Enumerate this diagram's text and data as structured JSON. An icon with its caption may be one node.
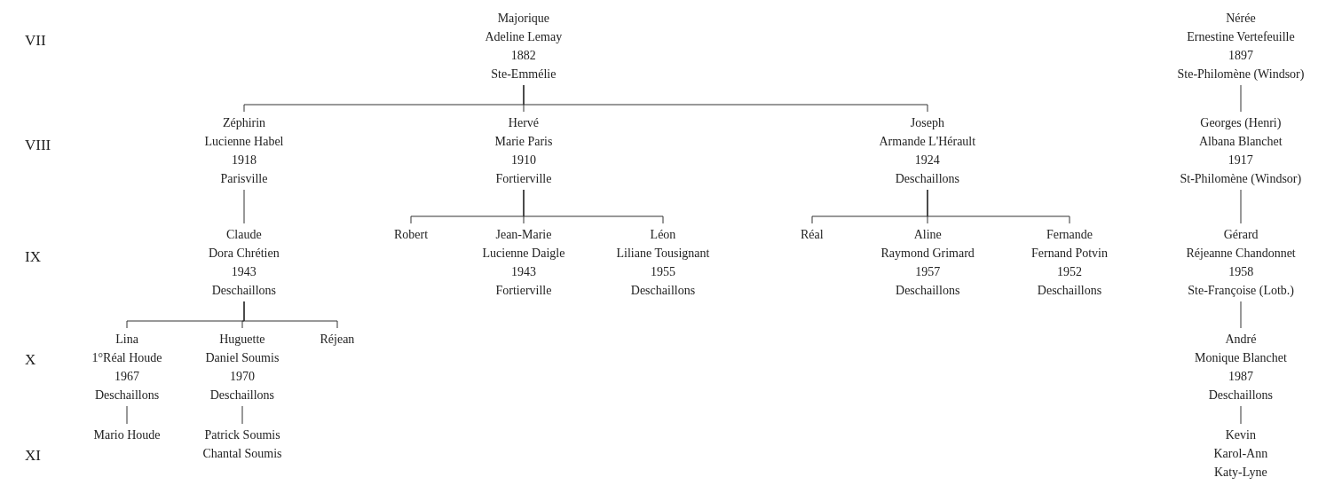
{
  "diagram": {
    "nodes": [
      {
        "text": [
          "Majorique",
          "Adeline Lemay",
          "1882",
          "Ste-Emmélie"
        ]
      },
      {
        "text": [
          "Zéphirin",
          "Lucienne Habel",
          "1918",
          "Parisville"
        ]
      },
      {
        "text": [
          "Hervé",
          "Marie Paris",
          "1910",
          "Fortierville"
        ]
      },
      {
        "text": [
          "Joseph",
          "Armande L'Hérault",
          "1924",
          "Deschaillons"
        ]
      },
      {
        "text": [
          "Robert"
        ]
      },
      {
        "text": [
          "Jean-Marie",
          "Lucienne Daigle",
          "1943",
          "Fortierville"
        ]
      },
      {
        "text": [
          "Léon",
          "Liliane Tousignant",
          "1955",
          "Deschaillons"
        ]
      },
      {
        "text": [
          "Réal"
        ]
      },
      {
        "text": [
          "Aline",
          "Raymond Grimard",
          "1957",
          "Deschaillons"
        ]
      },
      {
        "text": [
          "Fernande",
          "Fernand Potvin",
          "1952",
          "Deschaillons"
        ]
      },
      {
        "text": [
          "Claude",
          "Dora Chrétien",
          "1943",
          "Deschaillons"
        ]
      },
      {
        "text": [
          "Lina",
          "1°Réal Houde",
          "1967",
          "Deschaillons"
        ]
      },
      {
        "text": [
          "Huguette",
          "Daniel Soumis",
          "1970",
          "Deschaillons"
        ]
      },
      {
        "text": [
          "Réjean"
        ]
      },
      {
        "text": [
          "Mario Houde"
        ]
      },
      {
        "text": [
          "Patrick Soumis",
          "Chantal Soumis"
        ]
      },
      {
        "text": [
          "Nérée",
          "Ernestine Vertefeuille",
          "1897",
          "Ste-Philomène (Windsor)"
        ]
      },
      {
        "text": [
          "Georges (Henri)",
          "Albana Blanchet",
          "1917",
          "St-Philomène (Windsor)"
        ]
      },
      {
        "text": [
          "Gérard",
          "Réjeanne Chandonnet",
          "1958",
          "Ste-Françoise (Lotb.)"
        ]
      },
      {
        "text": [
          "André",
          "Monique Blanchet",
          "1987",
          "Deschaillons"
        ]
      },
      {
        "text": [
          "Kevin",
          "Karol-Ann",
          "Katy-Lyne"
        ]
      }
    ],
    "edges": [
      {
        "from": 0,
        "to": 1,
        "arrow": "none"
      },
      {
        "from": 0,
        "to": 2,
        "arrow": "none"
      },
      {
        "from": 0,
        "to": 3,
        "arrow": "none"
      },
      {
        "from": 2,
        "to": 4,
        "arrow": "none"
      },
      {
        "from": 2,
        "to": 5,
        "arrow": "none"
      },
      {
        "from": 2,
        "to": 6,
        "arrow": "none"
      },
      {
        "from": 3,
        "to": 7,
        "arrow": "none"
      },
      {
        "from": 3,
        "to": 8,
        "arrow": "none"
      },
      {
        "from": 3,
        "to": 9,
        "arrow": "none"
      },
      {
        "from": 1,
        "to": 10,
        "arrow": "none"
      },
      {
        "from": 10,
        "to": 11,
        "arrow": "none"
      },
      {
        "from": 10,
        "to": 12,
        "arrow": "none"
      },
      {
        "from": 10,
        "to": 13,
        "arrow": "none"
      },
      {
        "from": 11,
        "to": 14,
        "arrow": "none"
      },
      {
        "from": 12,
        "to": 15,
        "arrow": "none"
      },
      {
        "from": 16,
        "to": 17,
        "arrow": "none"
      },
      {
        "from": 17,
        "to": 18,
        "arrow": "none"
      },
      {
        "from": 18,
        "to": 19,
        "arrow": "none"
      },
      {
        "from": 19,
        "to": 20,
        "arrow": "none"
      }
    ],
    "labels": [
      "VII",
      "VIII",
      "IX",
      "X",
      "XI"
    ]
  }
}
